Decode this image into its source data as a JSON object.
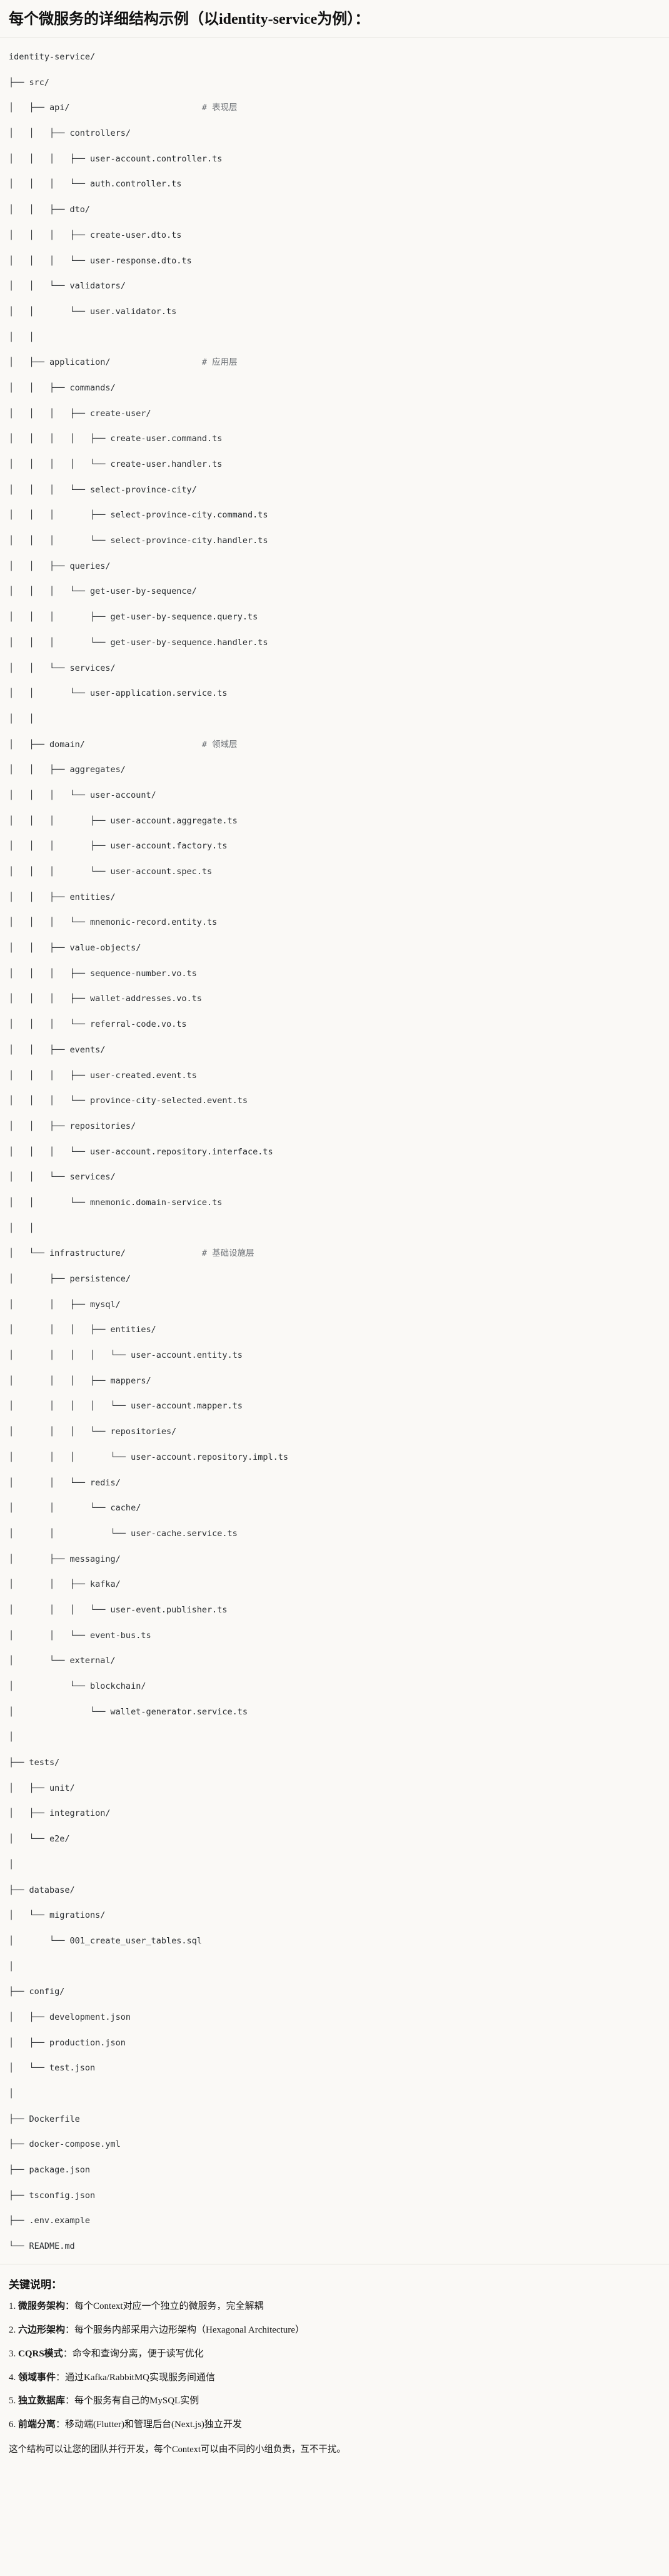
{
  "header": {
    "title": "每个微服务的详细结构示例（以identity-service为例）："
  },
  "tree": {
    "root": "identity-service/",
    "lines": [
      {
        "text": "identity-service/",
        "comment": ""
      },
      {
        "text": "├── src/",
        "comment": ""
      },
      {
        "text": "│   ├── api/",
        "comment": "# 表现层"
      },
      {
        "text": "│   │   ├── controllers/",
        "comment": ""
      },
      {
        "text": "│   │   │   ├── user-account.controller.ts",
        "comment": ""
      },
      {
        "text": "│   │   │   └── auth.controller.ts",
        "comment": ""
      },
      {
        "text": "│   │   ├── dto/",
        "comment": ""
      },
      {
        "text": "│   │   │   ├── create-user.dto.ts",
        "comment": ""
      },
      {
        "text": "│   │   │   └── user-response.dto.ts",
        "comment": ""
      },
      {
        "text": "│   │   └── validators/",
        "comment": ""
      },
      {
        "text": "│   │       └── user.validator.ts",
        "comment": ""
      },
      {
        "text": "│   │",
        "comment": ""
      },
      {
        "text": "│   ├── application/",
        "comment": "# 应用层"
      },
      {
        "text": "│   │   ├── commands/",
        "comment": ""
      },
      {
        "text": "│   │   │   ├── create-user/",
        "comment": ""
      },
      {
        "text": "│   │   │   │   ├── create-user.command.ts",
        "comment": ""
      },
      {
        "text": "│   │   │   │   └── create-user.handler.ts",
        "comment": ""
      },
      {
        "text": "│   │   │   └── select-province-city/",
        "comment": ""
      },
      {
        "text": "│   │   │       ├── select-province-city.command.ts",
        "comment": ""
      },
      {
        "text": "│   │   │       └── select-province-city.handler.ts",
        "comment": ""
      },
      {
        "text": "│   │   ├── queries/",
        "comment": ""
      },
      {
        "text": "│   │   │   └── get-user-by-sequence/",
        "comment": ""
      },
      {
        "text": "│   │   │       ├── get-user-by-sequence.query.ts",
        "comment": ""
      },
      {
        "text": "│   │   │       └── get-user-by-sequence.handler.ts",
        "comment": ""
      },
      {
        "text": "│   │   └── services/",
        "comment": ""
      },
      {
        "text": "│   │       └── user-application.service.ts",
        "comment": ""
      },
      {
        "text": "│   │",
        "comment": ""
      },
      {
        "text": "│   ├── domain/",
        "comment": "# 领域层"
      },
      {
        "text": "│   │   ├── aggregates/",
        "comment": ""
      },
      {
        "text": "│   │   │   └── user-account/",
        "comment": ""
      },
      {
        "text": "│   │   │       ├── user-account.aggregate.ts",
        "comment": ""
      },
      {
        "text": "│   │   │       ├── user-account.factory.ts",
        "comment": ""
      },
      {
        "text": "│   │   │       └── user-account.spec.ts",
        "comment": ""
      },
      {
        "text": "│   │   ├── entities/",
        "comment": ""
      },
      {
        "text": "│   │   │   └── mnemonic-record.entity.ts",
        "comment": ""
      },
      {
        "text": "│   │   ├── value-objects/",
        "comment": ""
      },
      {
        "text": "│   │   │   ├── sequence-number.vo.ts",
        "comment": ""
      },
      {
        "text": "│   │   │   ├── wallet-addresses.vo.ts",
        "comment": ""
      },
      {
        "text": "│   │   │   └── referral-code.vo.ts",
        "comment": ""
      },
      {
        "text": "│   │   ├── events/",
        "comment": ""
      },
      {
        "text": "│   │   │   ├── user-created.event.ts",
        "comment": ""
      },
      {
        "text": "│   │   │   └── province-city-selected.event.ts",
        "comment": ""
      },
      {
        "text": "│   │   ├── repositories/",
        "comment": ""
      },
      {
        "text": "│   │   │   └── user-account.repository.interface.ts",
        "comment": ""
      },
      {
        "text": "│   │   └── services/",
        "comment": ""
      },
      {
        "text": "│   │       └── mnemonic.domain-service.ts",
        "comment": ""
      },
      {
        "text": "│   │",
        "comment": ""
      },
      {
        "text": "│   └── infrastructure/",
        "comment": "# 基础设施层"
      },
      {
        "text": "│       ├── persistence/",
        "comment": ""
      },
      {
        "text": "│       │   ├── mysql/",
        "comment": ""
      },
      {
        "text": "│       │   │   ├── entities/",
        "comment": ""
      },
      {
        "text": "│       │   │   │   └── user-account.entity.ts",
        "comment": ""
      },
      {
        "text": "│       │   │   ├── mappers/",
        "comment": ""
      },
      {
        "text": "│       │   │   │   └── user-account.mapper.ts",
        "comment": ""
      },
      {
        "text": "│       │   │   └── repositories/",
        "comment": ""
      },
      {
        "text": "│       │   │       └── user-account.repository.impl.ts",
        "comment": ""
      },
      {
        "text": "│       │   └── redis/",
        "comment": ""
      },
      {
        "text": "│       │       └── cache/",
        "comment": ""
      },
      {
        "text": "│       │           └── user-cache.service.ts",
        "comment": ""
      },
      {
        "text": "│       ├── messaging/",
        "comment": ""
      },
      {
        "text": "│       │   ├── kafka/",
        "comment": ""
      },
      {
        "text": "│       │   │   └── user-event.publisher.ts",
        "comment": ""
      },
      {
        "text": "│       │   └── event-bus.ts",
        "comment": ""
      },
      {
        "text": "│       └── external/",
        "comment": ""
      },
      {
        "text": "│           └── blockchain/",
        "comment": ""
      },
      {
        "text": "│               └── wallet-generator.service.ts",
        "comment": ""
      },
      {
        "text": "│",
        "comment": ""
      },
      {
        "text": "├── tests/",
        "comment": ""
      },
      {
        "text": "│   ├── unit/",
        "comment": ""
      },
      {
        "text": "│   ├── integration/",
        "comment": ""
      },
      {
        "text": "│   └── e2e/",
        "comment": ""
      },
      {
        "text": "│",
        "comment": ""
      },
      {
        "text": "├── database/",
        "comment": ""
      },
      {
        "text": "│   └── migrations/",
        "comment": ""
      },
      {
        "text": "│       └── 001_create_user_tables.sql",
        "comment": ""
      },
      {
        "text": "│",
        "comment": ""
      },
      {
        "text": "├── config/",
        "comment": ""
      },
      {
        "text": "│   ├── development.json",
        "comment": ""
      },
      {
        "text": "│   ├── production.json",
        "comment": ""
      },
      {
        "text": "│   └── test.json",
        "comment": ""
      },
      {
        "text": "│",
        "comment": ""
      },
      {
        "text": "├── Dockerfile",
        "comment": ""
      },
      {
        "text": "├── docker-compose.yml",
        "comment": ""
      },
      {
        "text": "├── package.json",
        "comment": ""
      },
      {
        "text": "├── tsconfig.json",
        "comment": ""
      },
      {
        "text": "├── .env.example",
        "comment": ""
      },
      {
        "text": "└── README.md",
        "comment": ""
      }
    ],
    "comment_column": 38
  },
  "notes": {
    "title": "关键说明：",
    "items": [
      {
        "num": "1.",
        "label": "微服务架构",
        "sep": "：",
        "text": "每个Context对应一个独立的微服务，完全解耦"
      },
      {
        "num": "2.",
        "label": "六边形架构",
        "sep": "：",
        "text": "每个服务内部采用六边形架构（Hexagonal Architecture）"
      },
      {
        "num": "3.",
        "label": "CQRS模式",
        "sep": "：",
        "text": "命令和查询分离，便于读写优化"
      },
      {
        "num": "4.",
        "label": "领域事件",
        "sep": "：",
        "text": "通过Kafka/RabbitMQ实现服务间通信"
      },
      {
        "num": "5.",
        "label": "独立数据库",
        "sep": "：",
        "text": "每个服务有自己的MySQL实例"
      },
      {
        "num": "6.",
        "label": "前端分离",
        "sep": "：",
        "text": "移动端(Flutter)和管理后台(Next.js)独立开发"
      }
    ],
    "closing": "这个结构可以让您的团队并行开发，每个Context可以由不同的小组负责，互不干扰。"
  },
  "colors": {
    "background": "#faf9f6",
    "text": "#1a1a1a",
    "tree_text": "#2b2f33",
    "comment": "#6f7378",
    "rule": "#e3e1dc"
  }
}
